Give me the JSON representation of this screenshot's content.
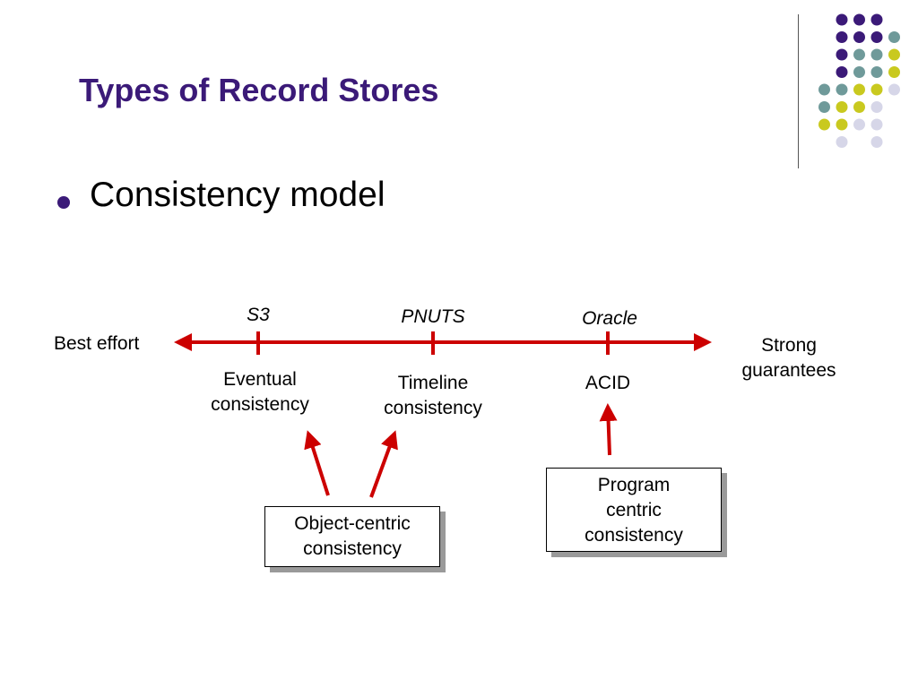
{
  "slide": {
    "title": "Types of Record Stores",
    "bullet": "Consistency model"
  },
  "diagram": {
    "left_end": "Best effort",
    "right_end_line1": "Strong",
    "right_end_line2": "guarantees",
    "points": [
      {
        "system": "S3",
        "model_line1": "Eventual",
        "model_line2": "consistency"
      },
      {
        "system": "PNUTS",
        "model_line1": "Timeline",
        "model_line2": "consistency"
      },
      {
        "system": "Oracle",
        "model_line1": "ACID",
        "model_line2": ""
      }
    ],
    "box_object_line1": "Object-centric",
    "box_object_line2": "consistency",
    "box_program_line1": "Program",
    "box_program_line2": "centric",
    "box_program_line3": "consistency"
  },
  "colors": {
    "title": "#3b1a78",
    "arrow": "#cc0000",
    "dot_purple": "#3b1a78",
    "dot_teal": "#6f9a9a",
    "dot_yellow": "#c9c91f",
    "dot_lavender": "#d6d6e8"
  }
}
